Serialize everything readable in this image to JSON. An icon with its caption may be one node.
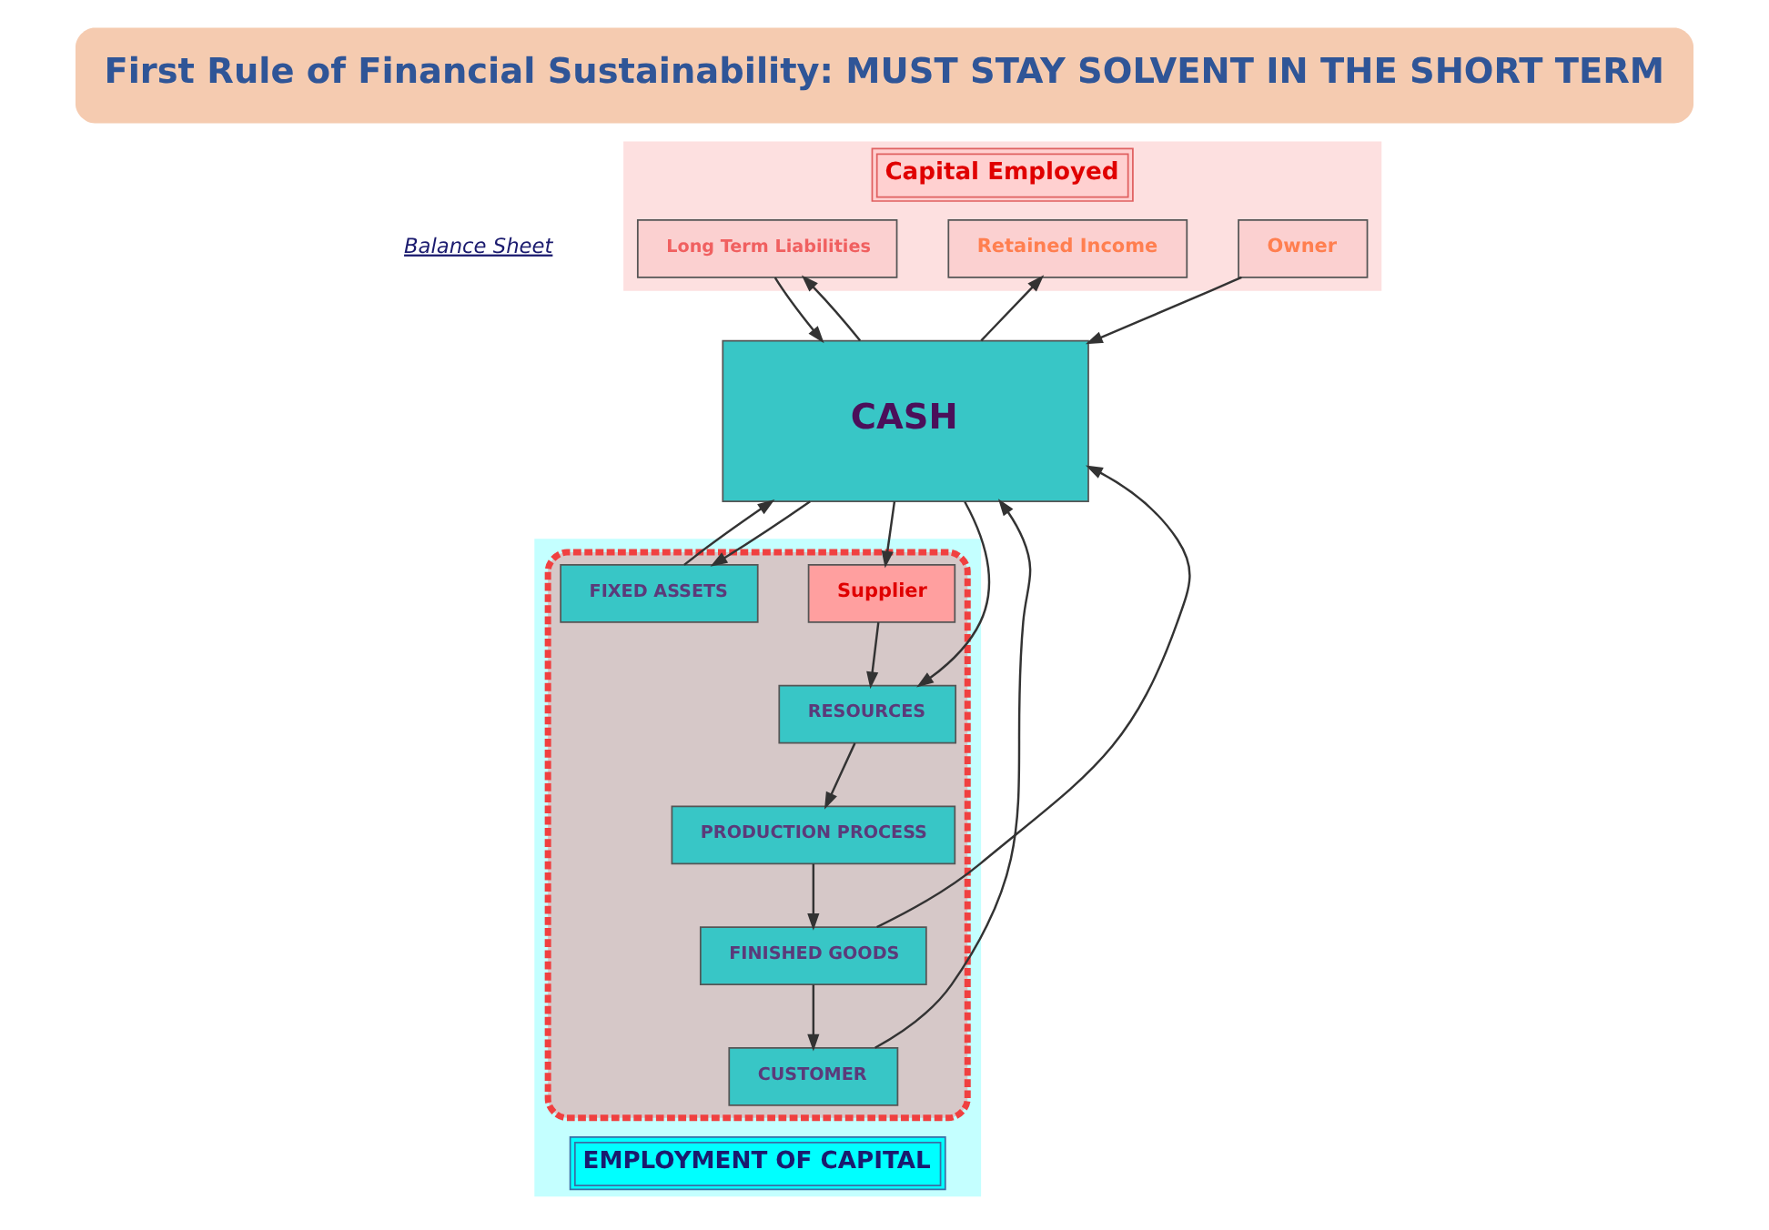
{
  "diagram": {
    "title": "First Rule of Financial Sustainability: MUST STAY SOLVENT IN THE SHORT TERM",
    "nodes": [
      {
        "text": [
          "Capital Employed"
        ]
      },
      {
        "text": [
          "Owner"
        ],
        "in": 0
      },
      {
        "text": [
          "Retained Income"
        ],
        "in": 0
      },
      {
        "text": [
          "Long Term Liabilities"
        ],
        "in": 0
      },
      {
        "text": [
          "CASH"
        ]
      },
      {
        "text": [
          "EMPLOYMENT OF CAPITAL"
        ]
      },
      {
        "text": [],
        "shape": "cloud",
        "in": 5
      },
      {
        "text": [
          "CUSTOMER"
        ],
        "in": 6
      },
      {
        "text": [
          "Supplier"
        ],
        "in": 6
      },
      {
        "text": [
          "FINISHED GOODS"
        ],
        "in": 6
      },
      {
        "text": [
          "FIXED ASSETS"
        ],
        "in": 6
      },
      {
        "text": [
          "RESOURCES"
        ],
        "in": 6
      },
      {
        "text": [
          "PRODUCTION PROCESS"
        ],
        "in": 6
      }
    ],
    "edges": [
      {
        "from": 1,
        "to": 4,
        "arrow": "to"
      },
      {
        "from": 4,
        "to": 2,
        "arrow": "to"
      },
      {
        "from": 4,
        "to": 3,
        "arrow": "to"
      },
      {
        "from": 3,
        "to": 4,
        "arrow": "to"
      },
      {
        "from": 7,
        "to": 4,
        "arrow": "to"
      },
      {
        "from": 9,
        "to": 4,
        "arrow": "to"
      },
      {
        "from": 4,
        "to": 8,
        "arrow": "to"
      },
      {
        "from": 4,
        "to": 11,
        "arrow": "to"
      },
      {
        "from": 8,
        "to": 11,
        "arrow": "to"
      },
      {
        "from": 11,
        "to": 12,
        "arrow": "to"
      },
      {
        "from": 12,
        "to": 9,
        "arrow": "to"
      },
      {
        "from": 9,
        "to": 7,
        "arrow": "to"
      },
      {
        "from": 4,
        "to": 10,
        "arrow": "to"
      },
      {
        "from": 10,
        "to": 4,
        "arrow": "to"
      }
    ],
    "labels": [
      "Balance Sheet"
    ]
  }
}
